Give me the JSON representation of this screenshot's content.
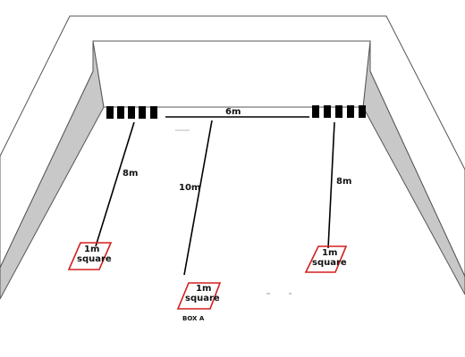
{
  "colors": {
    "wall_top": "#ffffff",
    "wall_side": "#c8c8c8",
    "wall_back": "#ffffff",
    "outline": "#555555",
    "line": "#000000",
    "box_stroke": "#d31f1f",
    "marker": "#000000"
  },
  "measurements": {
    "top_span": "6m",
    "left_line": "8m",
    "center_line": "10m",
    "right_line": "8m"
  },
  "boxes": {
    "left": {
      "line1": "1m",
      "line2": "square"
    },
    "center": {
      "line1": "1m",
      "line2": "square",
      "caption": "BOX A"
    },
    "right": {
      "line1": "1m",
      "line2": "square"
    }
  }
}
